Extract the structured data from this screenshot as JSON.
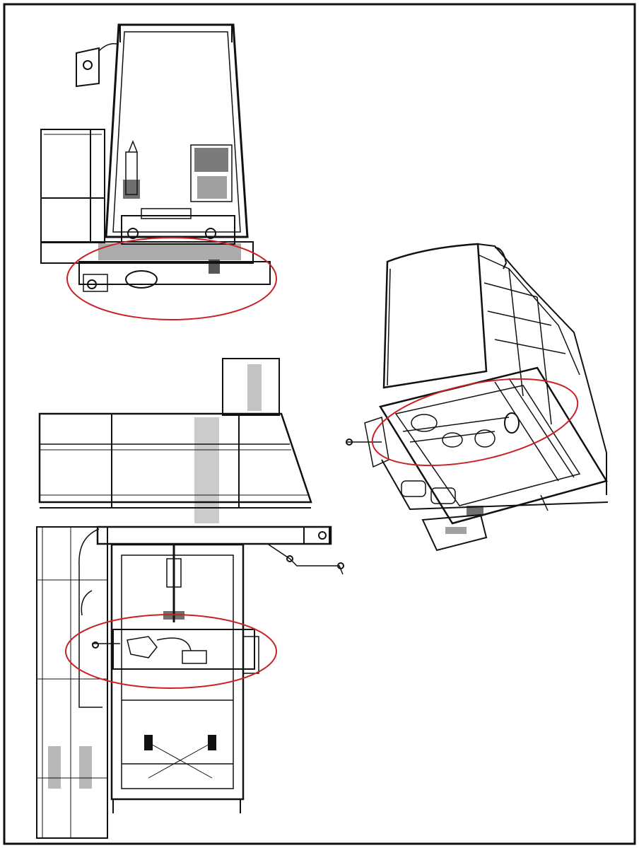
{
  "drawing": {
    "line_color": "#111111",
    "background": "#ffffff",
    "highlight_color": "#cc2027"
  },
  "views": [
    {
      "id": "view-top-front",
      "highlight": "ellipse-top-view"
    },
    {
      "id": "view-side",
      "highlight": "ellipse-side-view"
    },
    {
      "id": "view-isometric",
      "highlight": "ellipse-iso-view"
    }
  ]
}
